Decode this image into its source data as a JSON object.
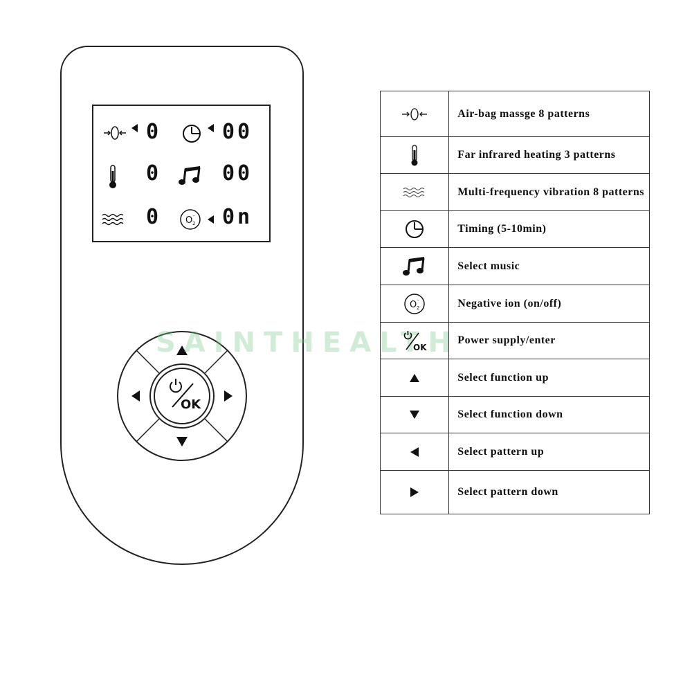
{
  "watermark": "SAINTHEALTH",
  "lcd": {
    "airbag_value": "0",
    "timer_value": "00",
    "heat_value": "0",
    "music_value": "00",
    "vibration_value": "0",
    "ion_value": "0n"
  },
  "remote": {
    "ok_label": "OK"
  },
  "legend": {
    "rows": [
      {
        "icon": "airbag-icon",
        "label": "Air-bag massge 8 patterns"
      },
      {
        "icon": "thermometer-icon",
        "label": "Far infrared heating 3 patterns"
      },
      {
        "icon": "vibration-icon",
        "label": "Multi-frequency vibration 8 patterns"
      },
      {
        "icon": "clock-icon",
        "label": "Timing (5-10min)"
      },
      {
        "icon": "music-icon",
        "label": "Select music"
      },
      {
        "icon": "ion-icon",
        "label": "Negative ion (on/off)"
      },
      {
        "icon": "power-ok-icon",
        "label": "Power supply/enter"
      },
      {
        "icon": "up-arrow-icon",
        "label": "Select function up"
      },
      {
        "icon": "down-arrow-icon",
        "label": "Select function down"
      },
      {
        "icon": "left-arrow-icon",
        "label": "Select pattern up"
      },
      {
        "icon": "right-arrow-icon",
        "label": "Select pattern down"
      }
    ]
  }
}
